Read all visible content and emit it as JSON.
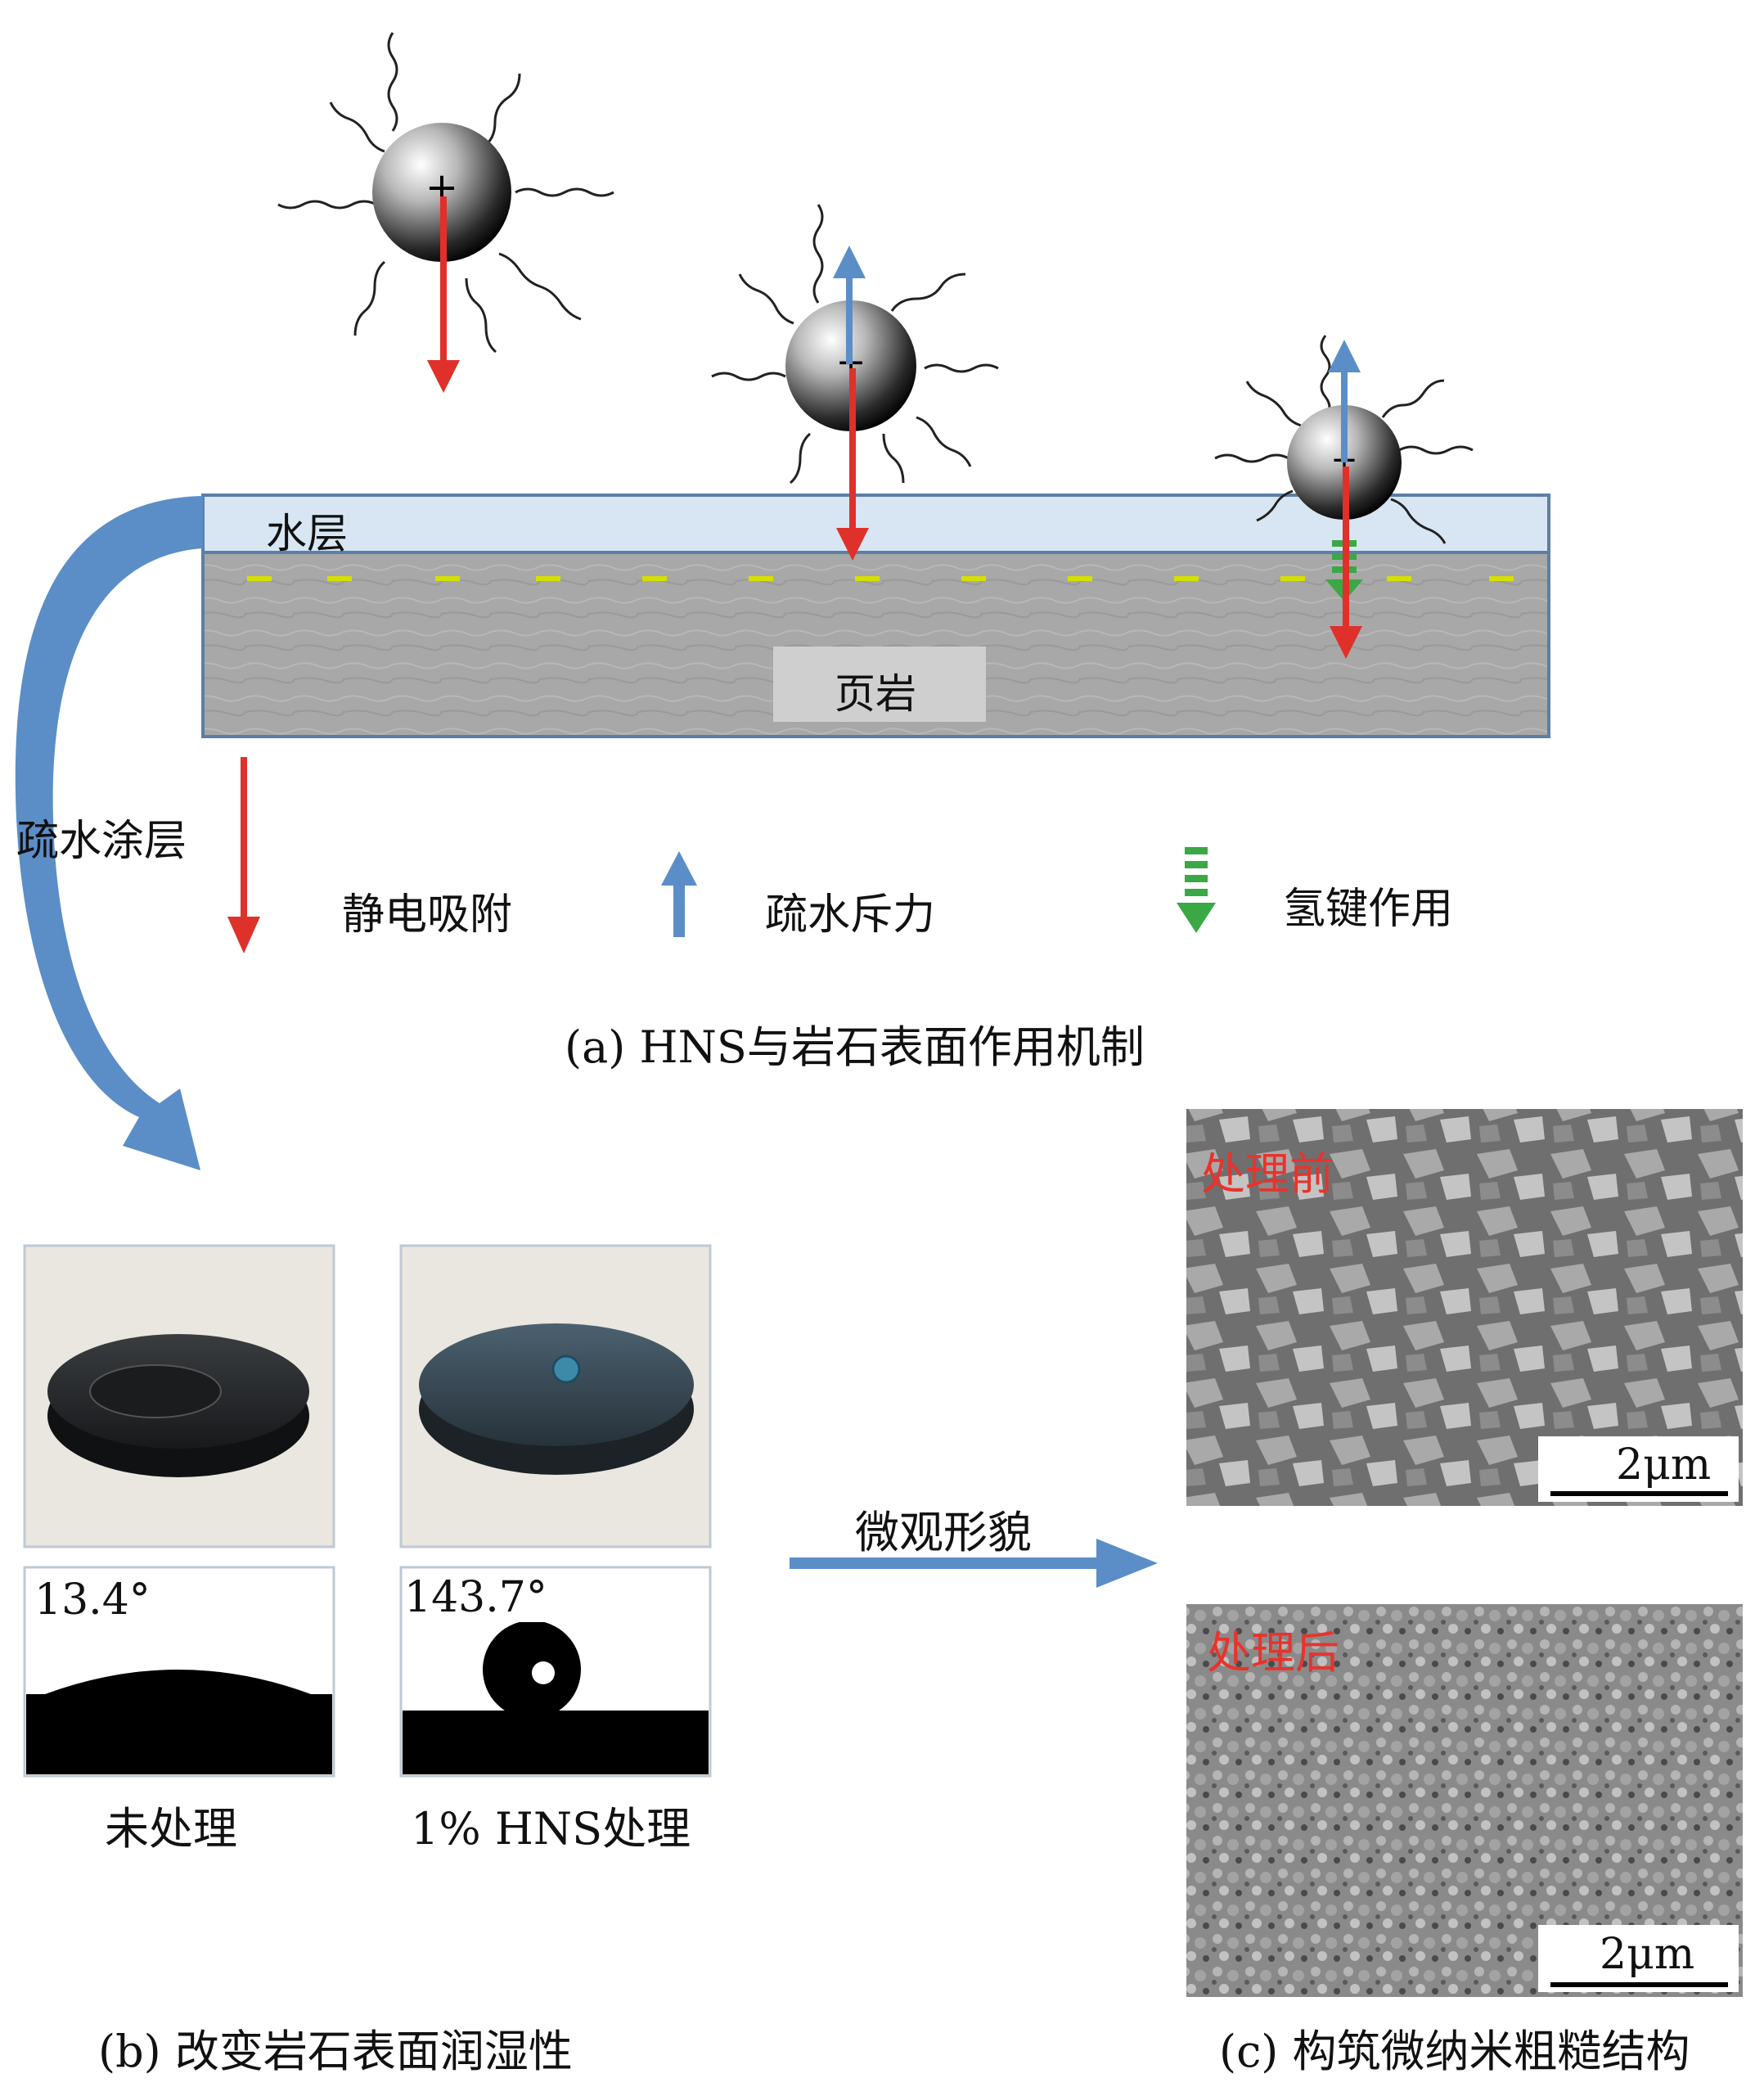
{
  "panel_a": {
    "water_layer": "水层",
    "shale": "页岩",
    "coating": "疏水涂层",
    "legend": {
      "electrostatic": "静电吸附",
      "hydrophobic": "疏水斥力",
      "hbond": "氢键作用"
    },
    "caption": "(a) HNS与岩石表面作用机制"
  },
  "panel_b": {
    "angle_untreated": "13.4°",
    "angle_treated": "143.7°",
    "label_untreated": "未处理",
    "label_treated": "1% HNS处理",
    "caption": "(b) 改变岩石表面润湿性"
  },
  "arrow_label": "微观形貌",
  "panel_c": {
    "before": "处理前",
    "after": "处理后",
    "scale": "2μm",
    "caption": "(c) 构筑微纳米粗糙结构"
  },
  "colors": {
    "red_arrow": "#e0302a",
    "blue_arrow": "#5b8ec7",
    "green_arrow": "#3aa845",
    "water": "#d8e6f3",
    "shale": "#a9a9a9"
  }
}
